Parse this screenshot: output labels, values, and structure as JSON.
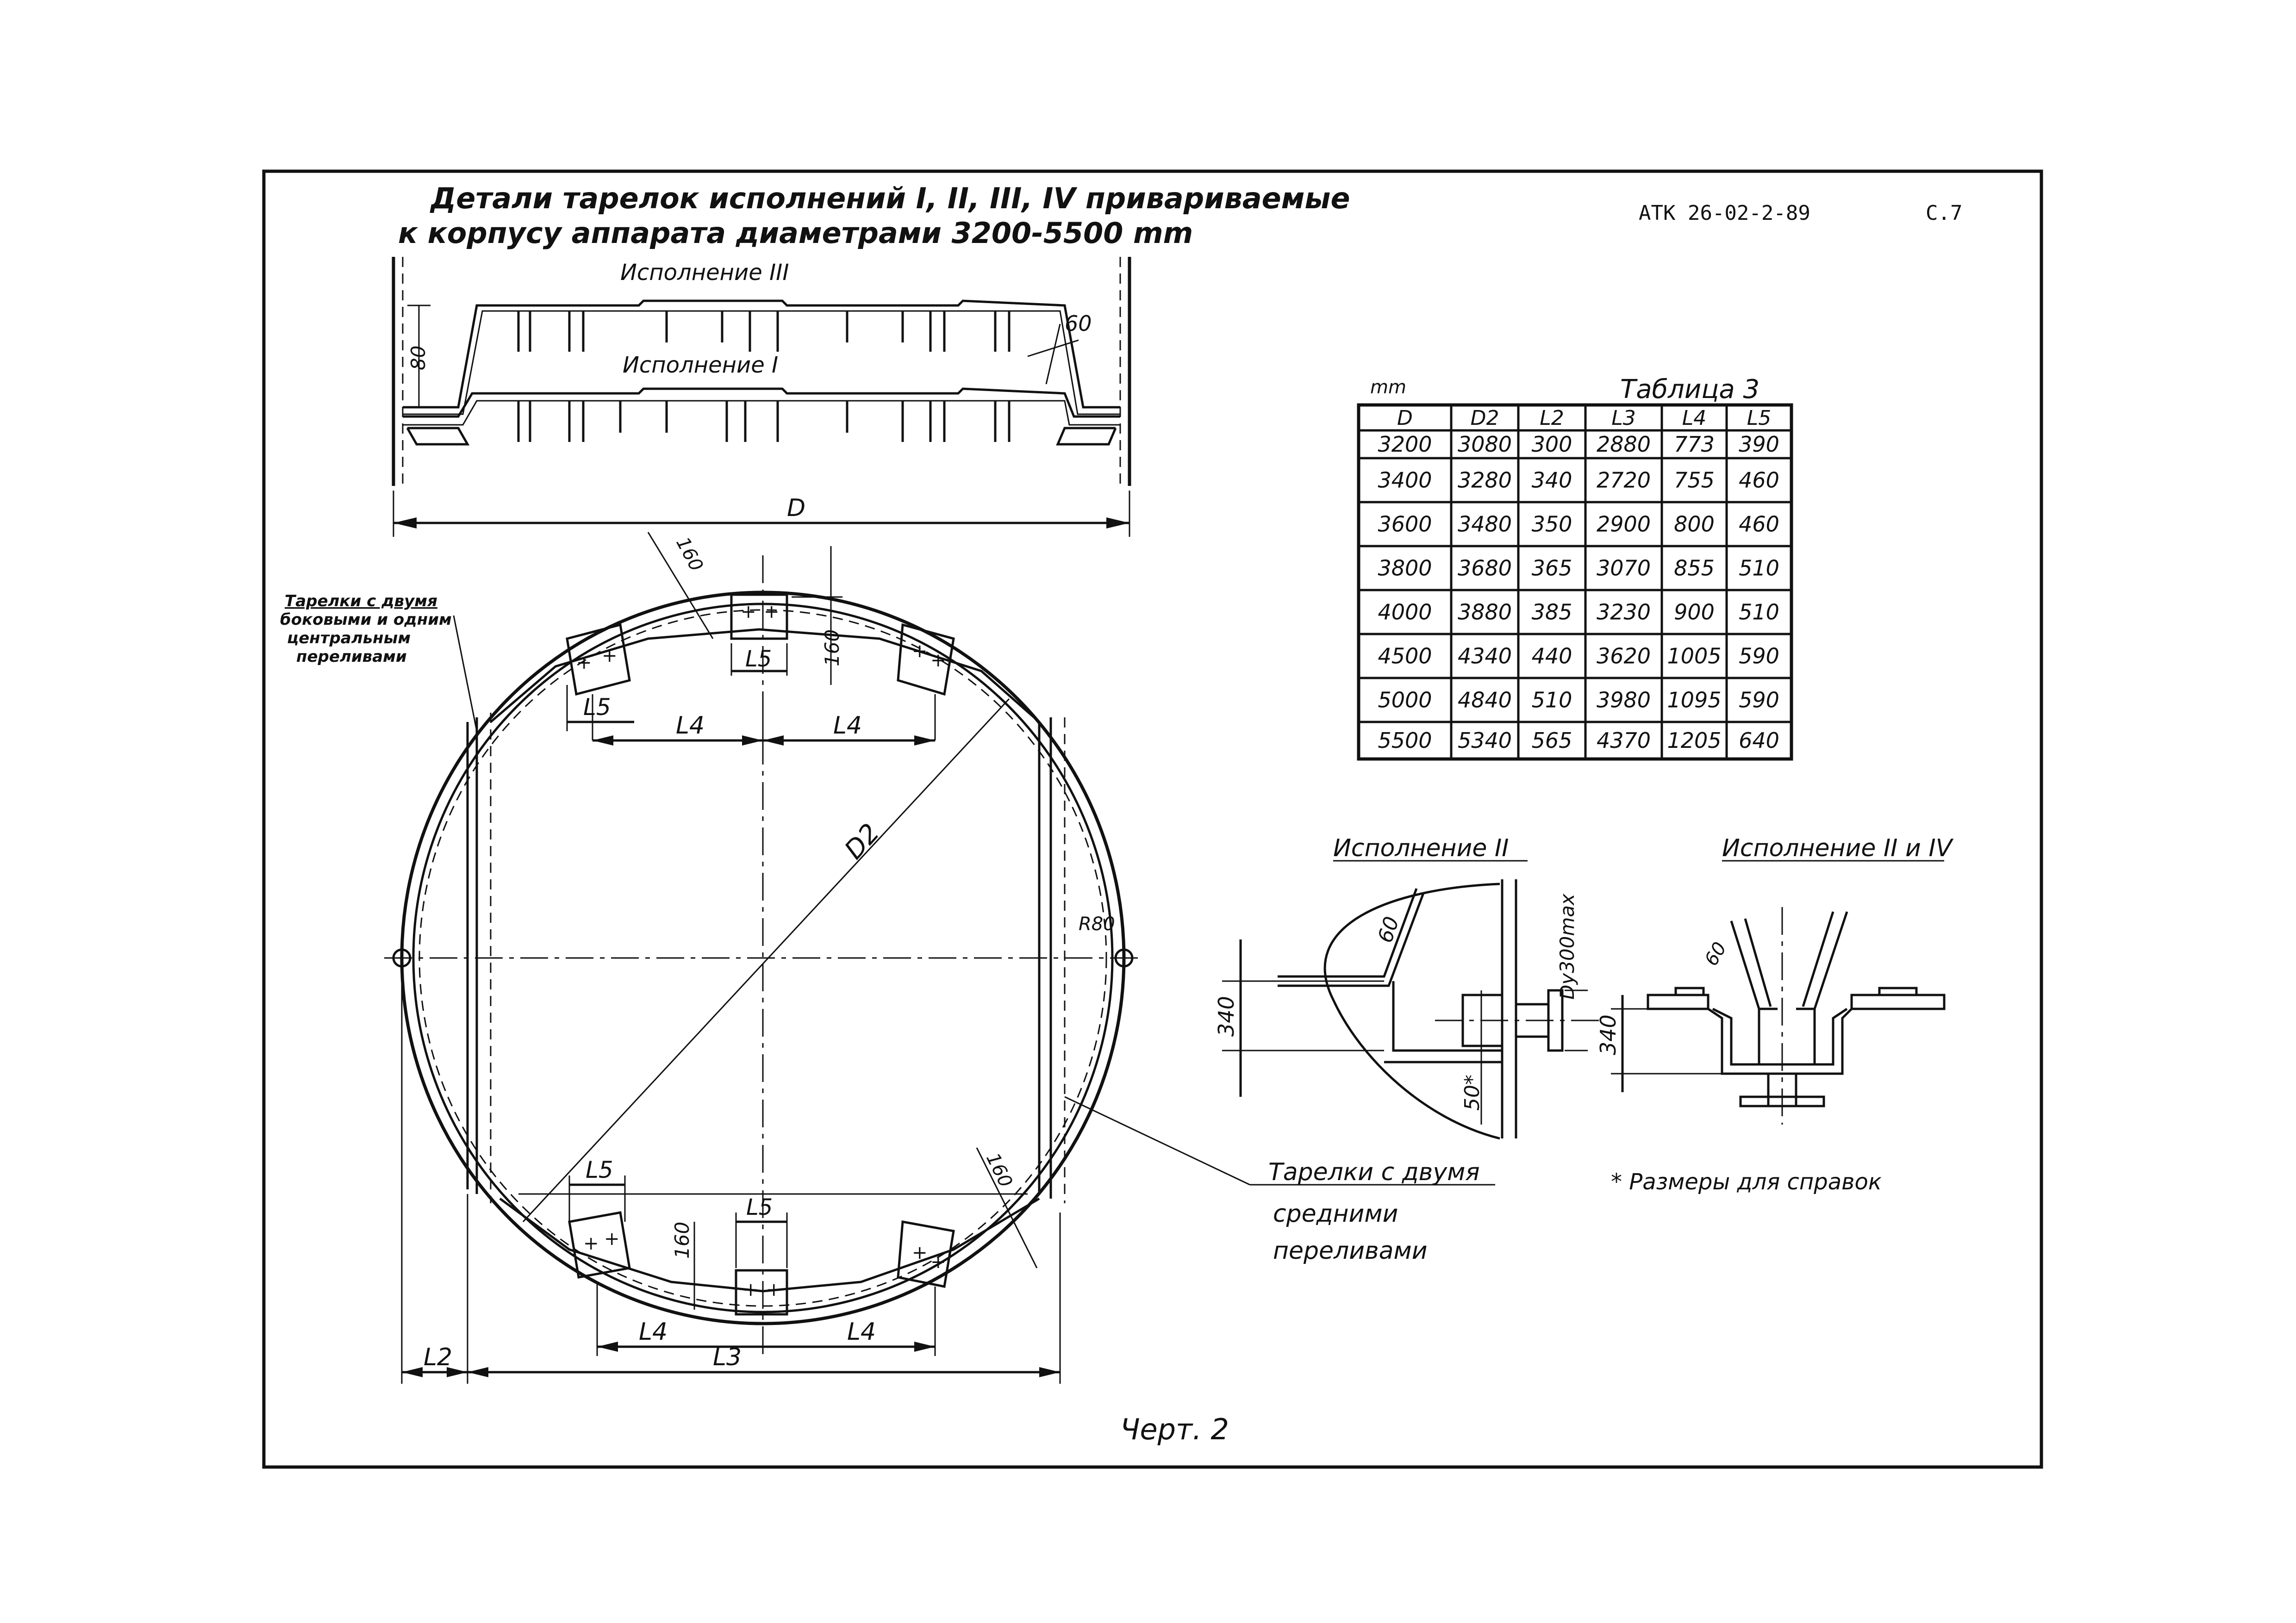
{
  "header": {
    "title_line1": "Детали тарелок исполнений I, II, III, IV привариваемые",
    "title_line2": "к корпусу аппарата  диаметрами 3200-5500 mm",
    "doc_code": "АТК  26-02-2-89",
    "page": "С.7"
  },
  "section_view": {
    "label_top": "Исполнение III",
    "label_bottom": "Исполнение I",
    "dim_60": "60",
    "dim_80": "80",
    "dim_D": "D"
  },
  "plan_view": {
    "note_left": [
      "Тарелки с двумя",
      "боковыми и одним",
      "центральным",
      "переливами"
    ],
    "note_right": [
      "Тарелки с двумя",
      "средними",
      "переливами"
    ],
    "dims": {
      "L5_top_center": "L5",
      "L5_top_left": "L5",
      "L4_top_left": "L4",
      "L4_top_right": "L4",
      "h160_top": "160",
      "d160_top": "160",
      "D2": "D2",
      "R80": "R80",
      "L5_bottom_left": "L5",
      "L5_bottom_center": "L5",
      "h160_bottom": "160",
      "d160_bottom": "160",
      "L4_bottom_left": "L4",
      "L4_bottom_right": "L4",
      "L2": "L2",
      "L3": "L3"
    }
  },
  "table": {
    "unit": "mm",
    "title": "Таблица 3",
    "headers": [
      "D",
      "D2",
      "L2",
      "L3",
      "L4",
      "L5"
    ],
    "rows": [
      [
        "3200",
        "3080",
        "300",
        "2880",
        "773",
        "390"
      ],
      [
        "3400",
        "3280",
        "340",
        "2720",
        "755",
        "460"
      ],
      [
        "3600",
        "3480",
        "350",
        "2900",
        "800",
        "460"
      ],
      [
        "3800",
        "3680",
        "365",
        "3070",
        "855",
        "510"
      ],
      [
        "4000",
        "3880",
        "385",
        "3230",
        "900",
        "510"
      ],
      [
        "4500",
        "4340",
        "440",
        "3620",
        "1005",
        "590"
      ],
      [
        "5000",
        "4840",
        "510",
        "3980",
        "1095",
        "590"
      ],
      [
        "5500",
        "5340",
        "565",
        "4370",
        "1205",
        "640"
      ]
    ]
  },
  "detail_II": {
    "label": "Исполнение II",
    "dim_60": "60",
    "dim_dy": "Dy300max",
    "dim_340": "340",
    "dim_50": "50*"
  },
  "detail_II_IV": {
    "label": "Исполнение II и IV",
    "dim_60": "60",
    "dim_340": "340"
  },
  "footnote": "* Размеры для справок",
  "drawing_number": "Черт. 2"
}
